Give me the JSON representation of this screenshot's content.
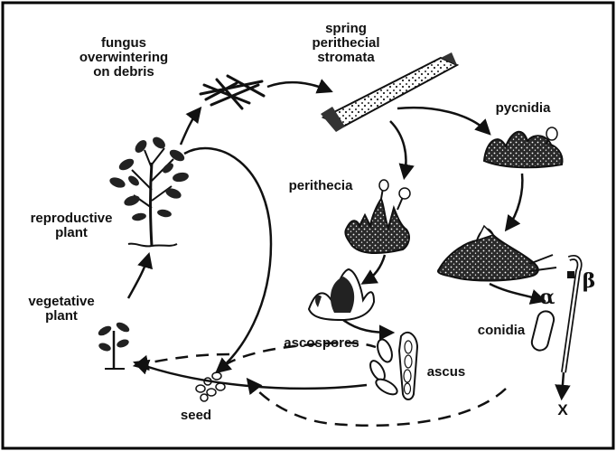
{
  "labels": {
    "fungus": [
      "fungus",
      "overwintering",
      "on debris"
    ],
    "spring": [
      "spring",
      "perithecial",
      "stromata"
    ],
    "pycnidia": "pycnidia",
    "perithecia": "perithecia",
    "reproductive": [
      "reproductive",
      "plant"
    ],
    "vegetative": [
      "vegetative",
      "plant"
    ],
    "ascospores": "ascospores",
    "ascus": "ascus",
    "conidia": "conidia",
    "seed": "seed",
    "alpha": "α",
    "beta": "β",
    "x": "X"
  },
  "colors": {
    "ink": "#111111",
    "background": "#ffffff",
    "frame": "#000000"
  }
}
